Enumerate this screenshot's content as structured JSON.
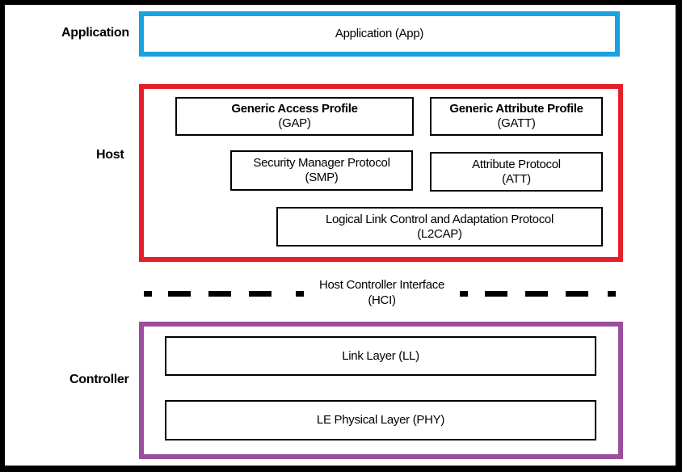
{
  "colors": {
    "application": "#1aa1e2",
    "host": "#e61e2a",
    "controller": "#9b4e9e"
  },
  "labels": {
    "application": "Application",
    "host": "Host",
    "controller": "Controller"
  },
  "application": {
    "app": "Application (App)"
  },
  "host": {
    "gap": {
      "name": "Generic Access Profile",
      "abbr": "(GAP)"
    },
    "gatt": {
      "name": "Generic Attribute Profile",
      "abbr": "(GATT)"
    },
    "smp": {
      "name": "Security Manager Protocol",
      "abbr": "(SMP)"
    },
    "att": {
      "name": "Attribute Protocol",
      "abbr": "(ATT)"
    },
    "l2cap": {
      "name": "Logical Link Control and Adaptation Protocol",
      "abbr": "(L2CAP)"
    }
  },
  "hci": {
    "name": "Host Controller Interface",
    "abbr": "(HCI)"
  },
  "controller": {
    "ll": "Link Layer (LL)",
    "phy": "LE Physical Layer (PHY)"
  }
}
